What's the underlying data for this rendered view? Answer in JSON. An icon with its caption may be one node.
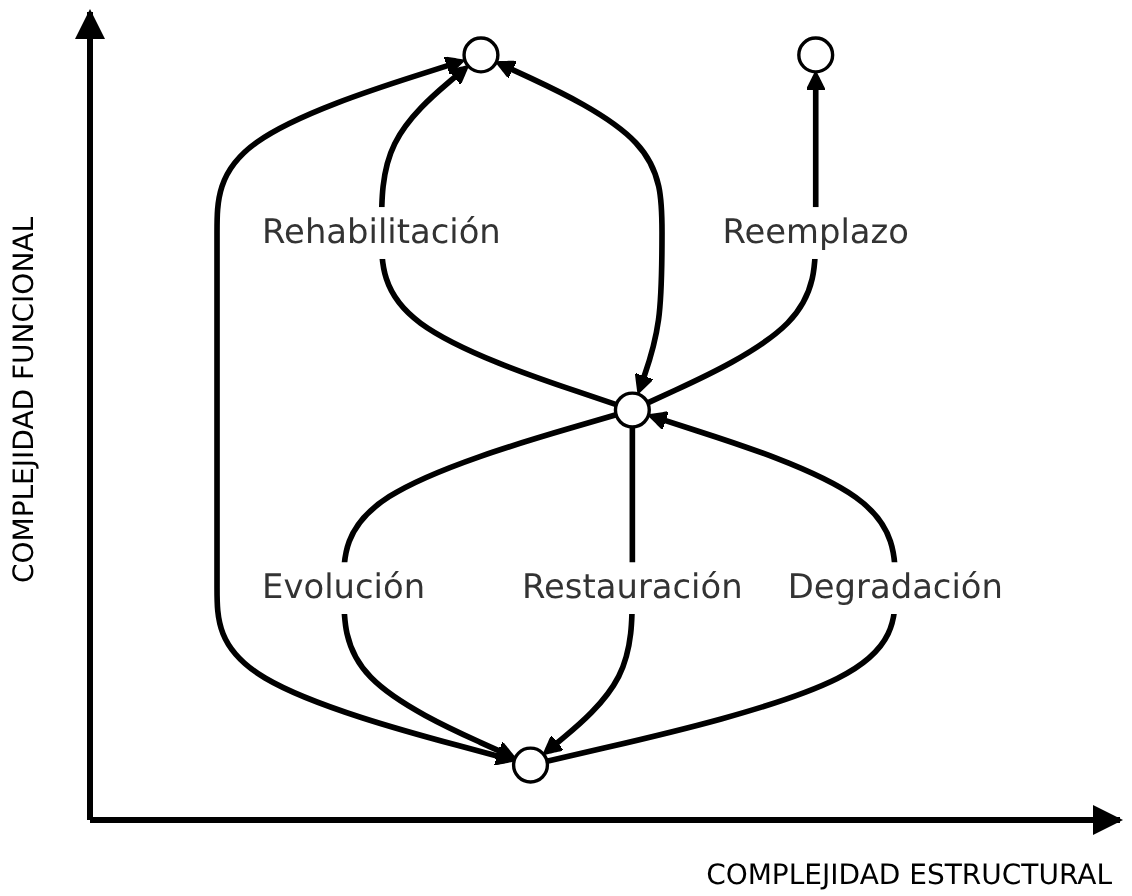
{
  "diagram": {
    "nodes": [
      {
        "text": [],
        "shape": "circle"
      },
      {
        "text": [],
        "shape": "circle"
      },
      {
        "text": [],
        "shape": "circle"
      },
      {
        "text": [],
        "shape": "circle"
      }
    ],
    "edges": [
      {
        "from": 3,
        "to": 0,
        "arrow": "to",
        "label": "Restauración"
      },
      {
        "from": 3,
        "to": 0,
        "arrow": "to",
        "label": "Evolución"
      },
      {
        "from": 0,
        "to": 3,
        "arrow": "to",
        "label": "Degradación"
      },
      {
        "from": 3,
        "to": 2,
        "arrow": "both"
      },
      {
        "from": 2,
        "to": 0,
        "arrow": "both"
      },
      {
        "from": 3,
        "to": 2,
        "arrow": "to",
        "label": "Rehabilitación"
      },
      {
        "from": 3,
        "to": 1,
        "arrow": "to",
        "label": "Reemplazo"
      }
    ],
    "labels": [
      "COMPLEJIDAD FUNCIONAL",
      "COMPLEJIDAD ESTRUCTURAL"
    ]
  }
}
